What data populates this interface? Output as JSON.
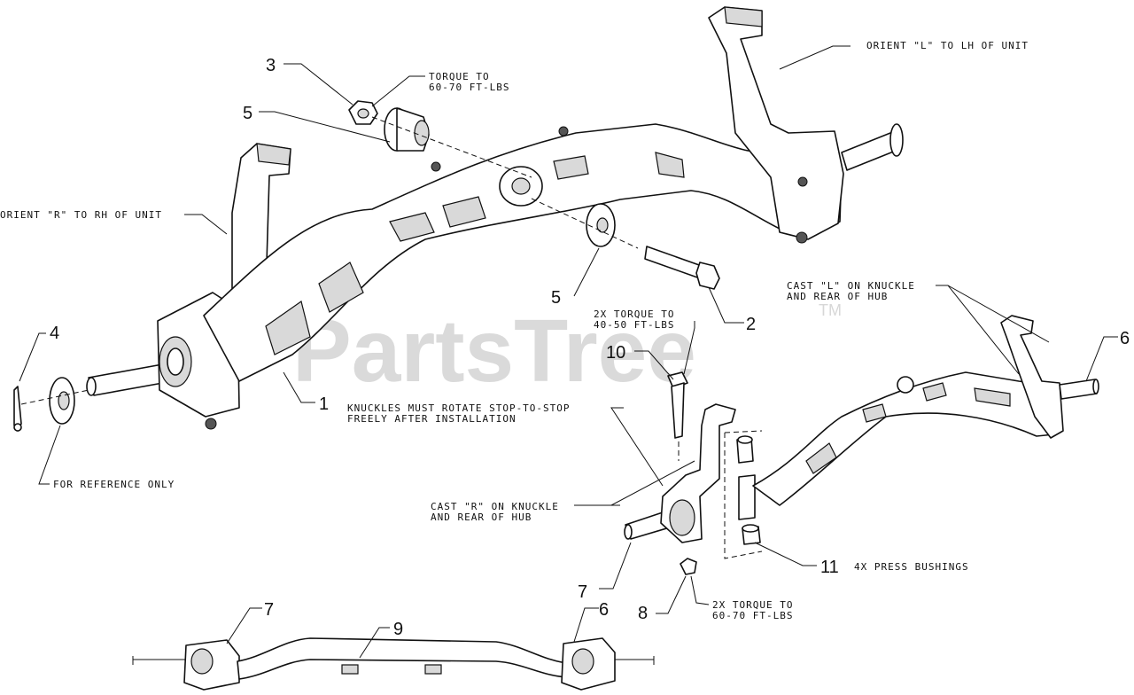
{
  "watermark": {
    "text": "PartsTree",
    "trademark": "TM"
  },
  "callouts": {
    "c1": "1",
    "c2": "2",
    "c3": "3",
    "c4": "4",
    "c5a": "5",
    "c5b": "5",
    "c6a": "6",
    "c6b": "6",
    "c7a": "7",
    "c7b": "7",
    "c8": "8",
    "c9": "9",
    "c10": "10",
    "c11": "11"
  },
  "notes": {
    "orient_l": "ORIENT \"L\" TO LH OF UNIT",
    "orient_r": "ORIENT \"R\" TO RH OF UNIT",
    "torque_nut_1": "TORQUE TO",
    "torque_nut_2": "60-70 FT-LBS",
    "torque_10_1": "2X TORQUE TO",
    "torque_10_2": "40-50 FT-LBS",
    "knuckles_1": "KNUCKLES MUST ROTATE STOP-TO-STOP",
    "knuckles_2": "FREELY AFTER INSTALLATION",
    "cast_l_1": "CAST \"L\" ON KNUCKLE",
    "cast_l_2": "AND REAR OF HUB",
    "cast_r_1": "CAST \"R\" ON KNUCKLE",
    "cast_r_2": "AND REAR OF HUB",
    "reference": "FOR REFERENCE ONLY",
    "bushings": "4X PRESS BUSHINGS",
    "torque_8_1": "2X TORQUE TO",
    "torque_8_2": "60-70 FT-LBS"
  }
}
